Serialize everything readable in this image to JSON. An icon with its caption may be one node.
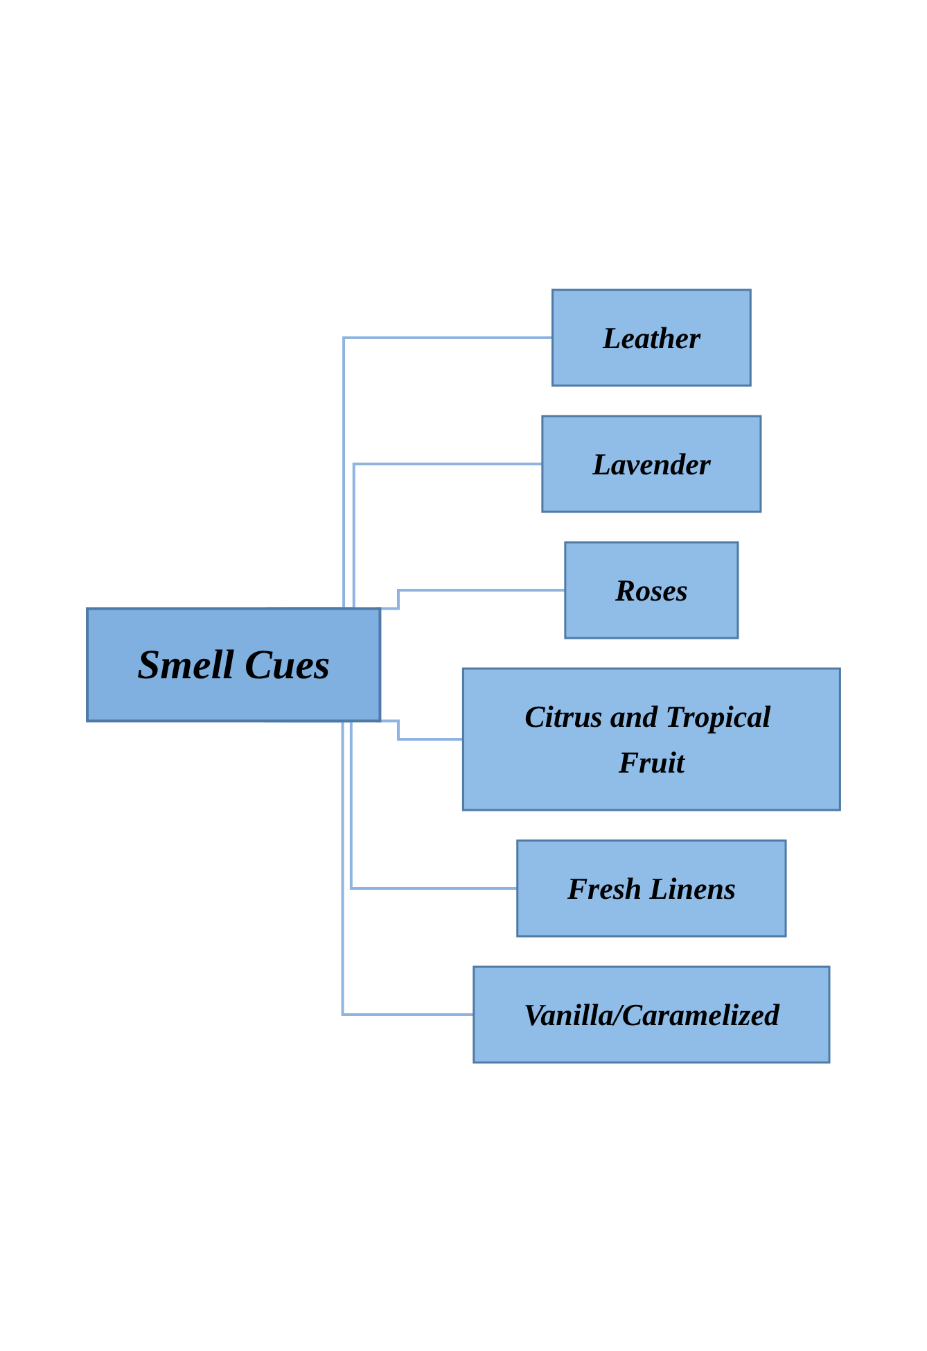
{
  "diagram": {
    "nodes": [
      {
        "text": [
          "Smell Cues"
        ]
      },
      {
        "text": [
          "Leather"
        ]
      },
      {
        "text": [
          "Lavender"
        ]
      },
      {
        "text": [
          "Roses"
        ]
      },
      {
        "text": [
          "Citrus and Tropical Fruit"
        ]
      },
      {
        "text": [
          "Fresh Linens"
        ]
      },
      {
        "text": [
          "Vanilla/Caramelized"
        ]
      }
    ],
    "edges": [
      {
        "from": 0,
        "to": 1,
        "arrow": "none"
      },
      {
        "from": 0,
        "to": 2,
        "arrow": "none"
      },
      {
        "from": 0,
        "to": 3,
        "arrow": "none"
      },
      {
        "from": 0,
        "to": 4,
        "arrow": "none"
      },
      {
        "from": 0,
        "to": 5,
        "arrow": "none"
      },
      {
        "from": 0,
        "to": 6,
        "arrow": "none"
      }
    ]
  }
}
